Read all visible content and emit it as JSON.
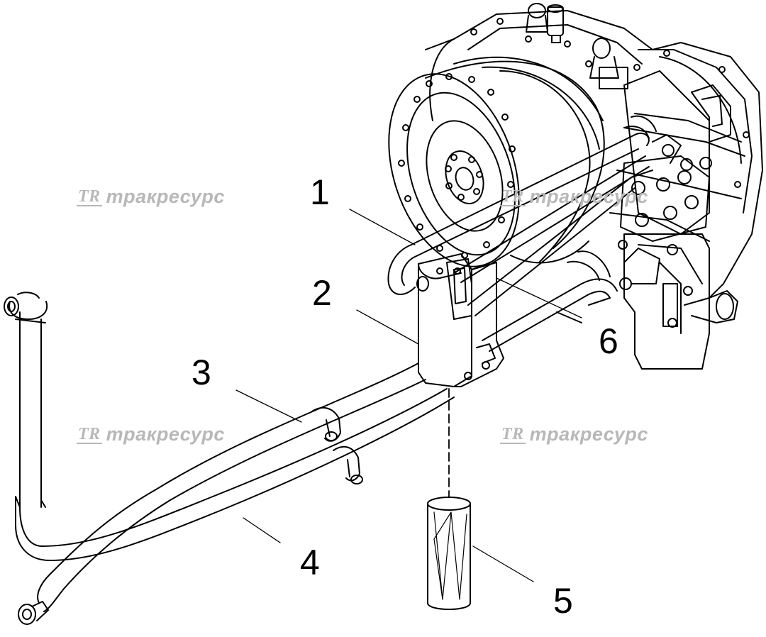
{
  "watermark": {
    "logo": "TR",
    "text": "тракресурс"
  },
  "callouts": [
    "1",
    "2",
    "3",
    "4",
    "5",
    "6"
  ],
  "colors": {
    "line": "#000000",
    "watermark": "#b8b8b8",
    "background": "#ffffff"
  }
}
